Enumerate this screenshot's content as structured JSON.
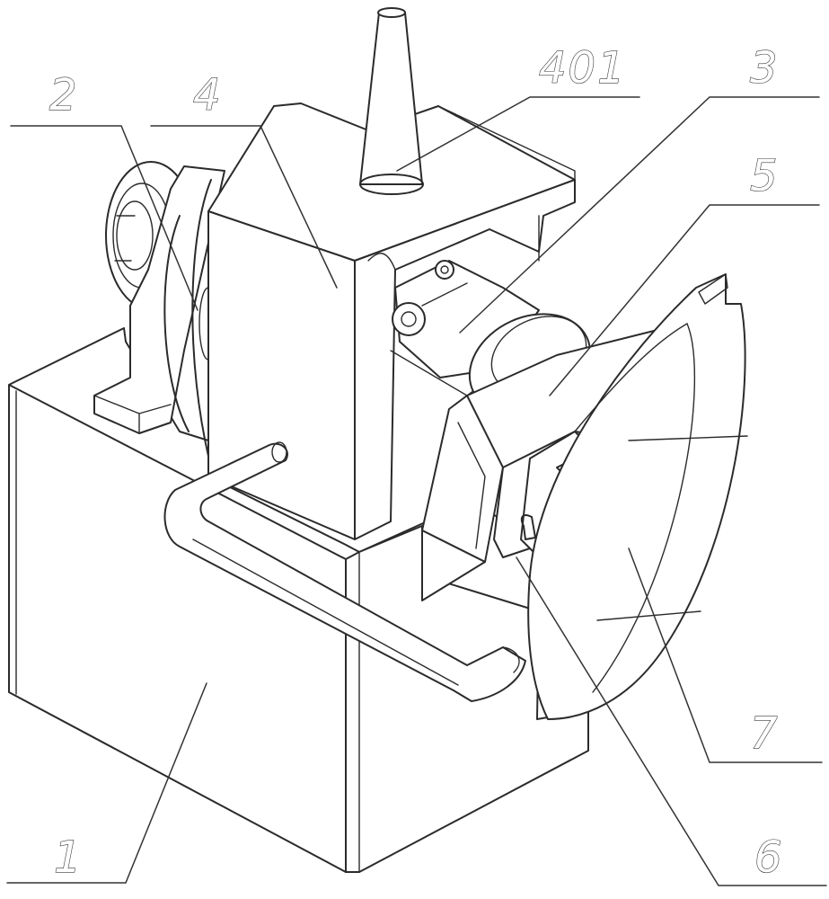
{
  "labels": [
    {
      "id": "part-1",
      "text": "1"
    },
    {
      "id": "part-2",
      "text": "2"
    },
    {
      "id": "part-3",
      "text": "3"
    },
    {
      "id": "part-4",
      "text": "4"
    },
    {
      "id": "part-401",
      "text": "401"
    },
    {
      "id": "part-5",
      "text": "5"
    },
    {
      "id": "part-6",
      "text": "6"
    },
    {
      "id": "part-7",
      "text": "7"
    }
  ],
  "colors": {
    "line": "#2b2b2b",
    "background": "#ffffff"
  }
}
